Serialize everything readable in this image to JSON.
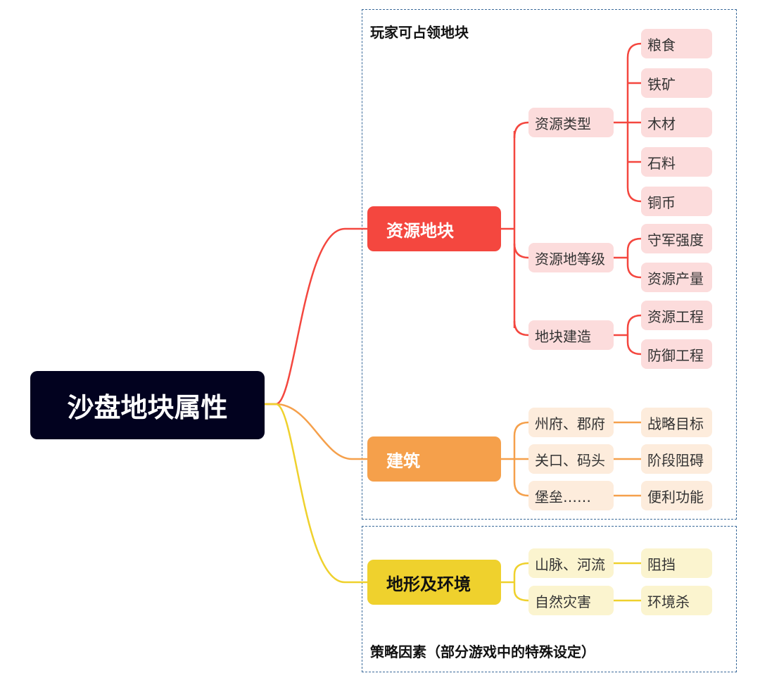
{
  "root": {
    "label": "沙盘地块属性"
  },
  "frames": {
    "top": {
      "label": "玩家可占领地块"
    },
    "bottom": {
      "label": "策略因素（部分游戏中的特殊设定）"
    }
  },
  "colors": {
    "red": "#f4473f",
    "orange": "#f5a04b",
    "yellow": "#efd12d",
    "root": "#02021f",
    "frame": "#3a6a9a"
  },
  "branches": {
    "resource": {
      "label": "资源地块",
      "children": [
        {
          "label": "资源类型",
          "children": [
            "粮食",
            "铁矿",
            "木材",
            "石料",
            "铜币"
          ]
        },
        {
          "label": "资源地等级",
          "children": [
            "守军强度",
            "资源产量"
          ]
        },
        {
          "label": "地块建造",
          "children": [
            "资源工程",
            "防御工程"
          ]
        }
      ]
    },
    "building": {
      "label": "建筑",
      "children": [
        {
          "label": "州府、郡府",
          "children": [
            "战略目标"
          ]
        },
        {
          "label": "关口、码头",
          "children": [
            "阶段阻碍"
          ]
        },
        {
          "label": "堡垒……",
          "children": [
            "便利功能"
          ]
        }
      ]
    },
    "terrain": {
      "label": "地形及环境",
      "children": [
        {
          "label": "山脉、河流",
          "children": [
            "阻挡"
          ]
        },
        {
          "label": "自然灾害",
          "children": [
            "环境杀"
          ]
        }
      ]
    }
  }
}
